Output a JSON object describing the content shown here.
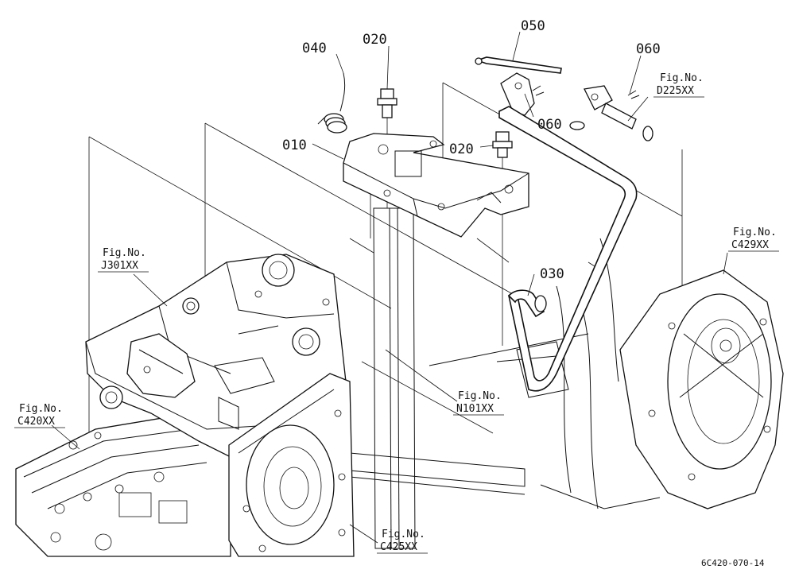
{
  "diagram": {
    "part_labels": [
      {
        "id": "p040",
        "text": "040"
      },
      {
        "id": "p020a",
        "text": "020"
      },
      {
        "id": "p050",
        "text": "050"
      },
      {
        "id": "p060a",
        "text": "060"
      },
      {
        "id": "p060b",
        "text": "060"
      },
      {
        "id": "p010",
        "text": "010"
      },
      {
        "id": "p020b",
        "text": "020"
      },
      {
        "id": "p030",
        "text": "030"
      }
    ],
    "figure_refs": [
      {
        "id": "d225",
        "line1": "Fig.No.",
        "line2": "D225XX"
      },
      {
        "id": "j301",
        "line1": "Fig.No.",
        "line2": "J301XX"
      },
      {
        "id": "c429",
        "line1": "Fig.No.",
        "line2": "C429XX"
      },
      {
        "id": "c420",
        "line1": "Fig.No.",
        "line2": "C420XX"
      },
      {
        "id": "n101",
        "line1": "Fig.No.",
        "line2": "N101XX"
      },
      {
        "id": "c425",
        "line1": "Fig.No.",
        "line2": "C425XX"
      }
    ],
    "drawing_code": "6C420-070-14"
  }
}
